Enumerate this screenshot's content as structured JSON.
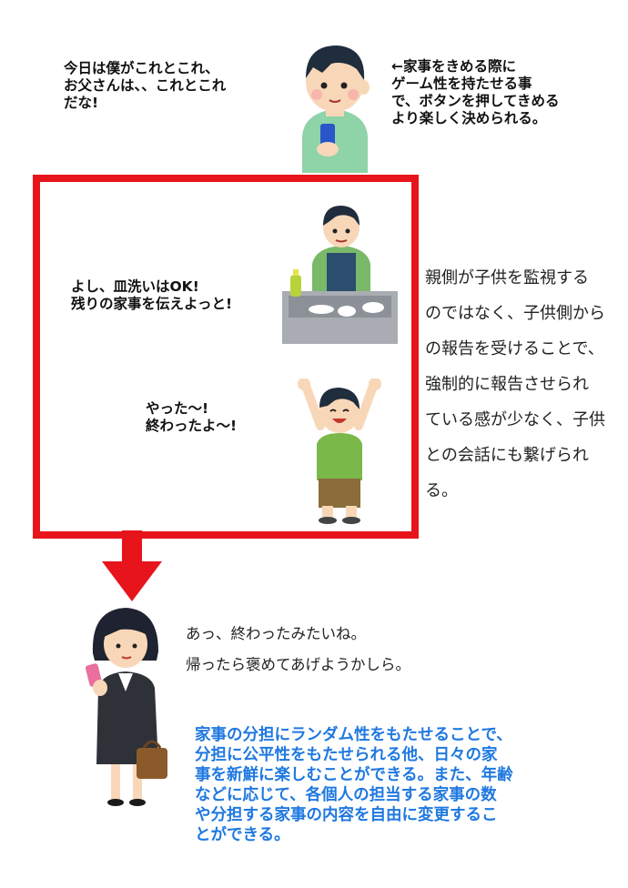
{
  "top": {
    "child_speech": [
      "今日は僕がこれとこれ、",
      "お父さんは、、これとこれ",
      "だな!"
    ],
    "note": [
      "←家事をきめる際に",
      "ゲーム性を持たせる事",
      "で、ボタンを押してきめる",
      "より楽しく決められる。"
    ]
  },
  "box": {
    "dish_speech": [
      "よし、皿洗いはOK!",
      "残りの家事を伝えよっと!"
    ],
    "done_speech": [
      "やった〜!",
      "終わったよ〜!"
    ]
  },
  "side_text": [
    "親側が子供を監視する",
    "のではなく、子供側から",
    "の報告を受けることで、",
    "強制的に報告させられ",
    "ている感が少なく、子供",
    "との会話にも繋げられ",
    "る。"
  ],
  "mother_speech": [
    "あっ、終わったみたいね。",
    "帰ったら褒めてあげようかしら。"
  ],
  "summary": [
    "家事の分担にランダム性をもたせることで、",
    "分担に公平性をもたせられる他、日々の家",
    "事を新鮮に楽しむことができる。また、年齢",
    "などに応じて、各個人の担当する家事の数",
    "や分担する家事の内容を自由に変更するこ",
    "とができる。"
  ],
  "colors": {
    "frame": "#e8141c",
    "summary_text": "#1f78e0"
  }
}
